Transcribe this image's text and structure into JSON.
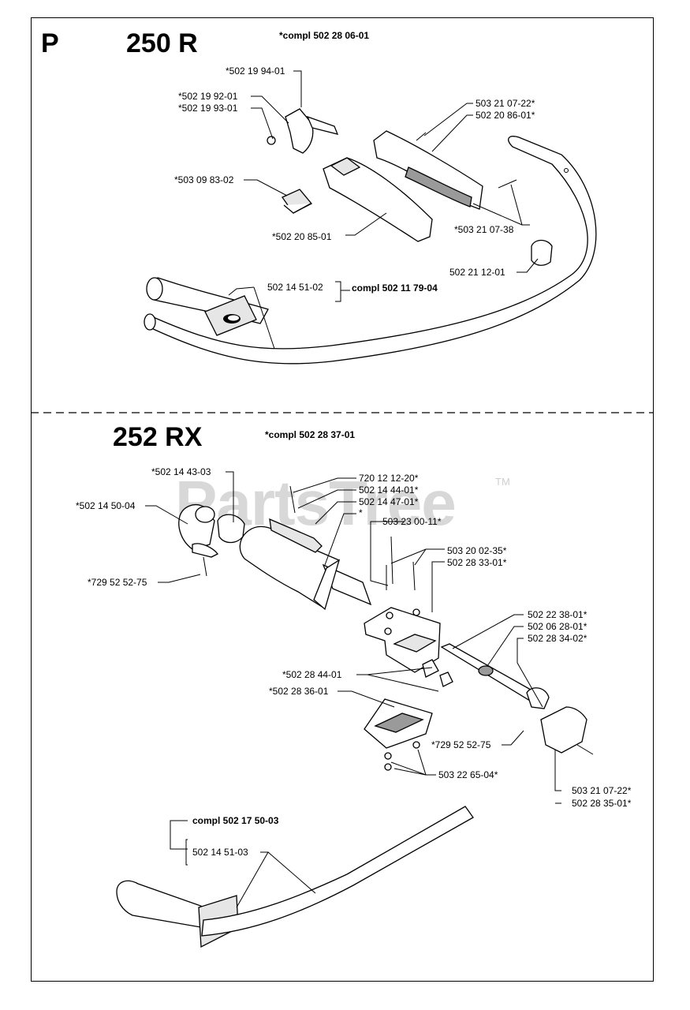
{
  "page_letter": "P",
  "watermark": {
    "text": "PartsTree",
    "tm": "TM"
  },
  "section_250r": {
    "model": "250 R",
    "compl": "*compl 502 28 06-01",
    "parts": {
      "p1": "*502 19 94-01",
      "p2": "*502 19 92-01",
      "p3": "*502 19 93-01",
      "p4": "503 21 07-22*",
      "p5": "502 20 86-01*",
      "p6": "*503 09 83-02",
      "p7": "*503 21 07-38",
      "p8": "*502 20 85-01",
      "p9": "502 21 12-01",
      "p10": "502 14 51-02",
      "p10_compl": "compl 502 11 79-04"
    }
  },
  "section_252rx": {
    "model": "252 RX",
    "compl": "*compl 502 28 37-01",
    "parts": {
      "q1": "*502 14 43-03",
      "q2": "720 12 12-20*",
      "q3": "502 14 44-01*",
      "q4": "502 14 47-01*",
      "q5": "*",
      "q6": "*502 14 50-04",
      "q7": "503 23 00-11*",
      "q8": "503 20 02-35*",
      "q9": "502 28 33-01*",
      "q10": "*729 52 52-75",
      "q11": "502 22 38-01*",
      "q12": "502 06 28-01*",
      "q13": "502 28 34-02*",
      "q14": "*502 28 44-01",
      "q15": "*502 28 36-01",
      "q16": "*729 52 52-75",
      "q17": "503 22 65-04*",
      "q18": "503 21 07-22*",
      "q19": "502 28 35-01*",
      "q20_compl": "compl 502 17 50-03",
      "q20": "502 14 51-03"
    }
  }
}
